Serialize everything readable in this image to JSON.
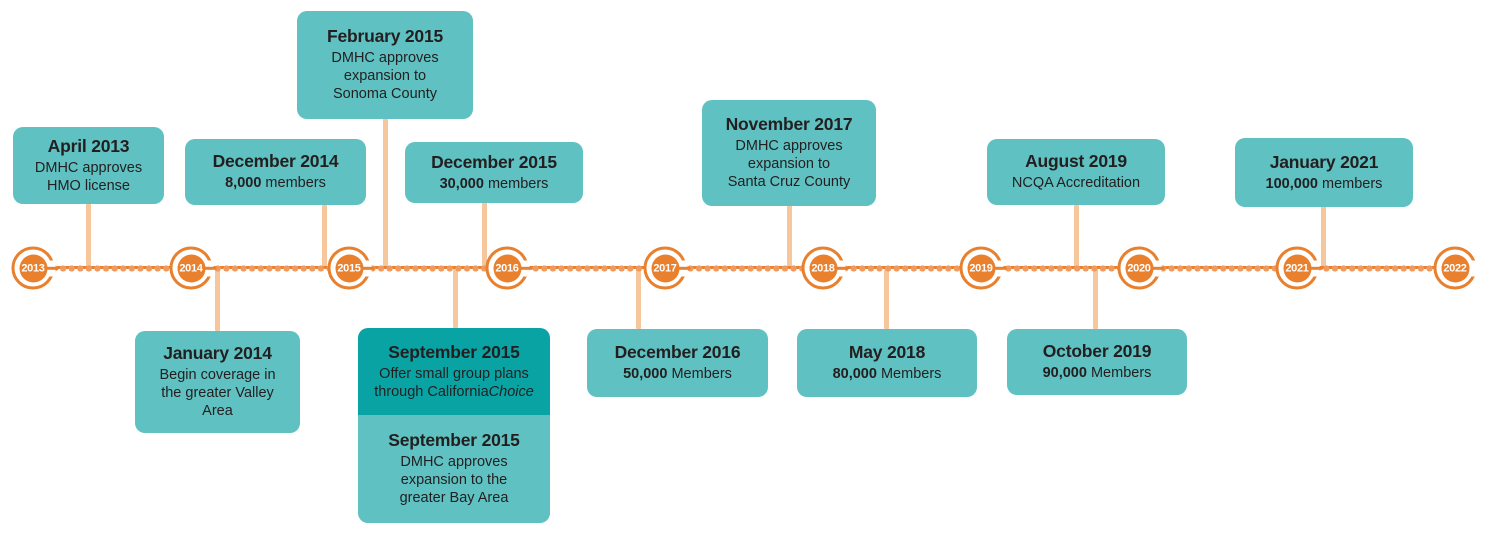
{
  "colors": {
    "orange": "#E8802E",
    "bead": "#EF9A5F",
    "connector": "#F6C79C",
    "light_teal": "#5FC1C1",
    "dark_teal": "#0AA3A4",
    "text": "#231F20",
    "year_text": "#FFFFFF"
  },
  "timeline": {
    "years": [
      "2013",
      "2014",
      "2015",
      "2016",
      "2017",
      "2018",
      "2019",
      "2020",
      "2021",
      "2022"
    ]
  },
  "events": [
    {
      "id": "april-2013",
      "title": "April 2013",
      "body": "DMHC approves\nHMO license",
      "side": "above"
    },
    {
      "id": "january-2014",
      "title": "January 2014",
      "body": "Begin coverage in\nthe greater Valley\nArea",
      "side": "below"
    },
    {
      "id": "december-2014",
      "title": "December 2014",
      "body_strong": "8,000",
      "body_rest": " members",
      "side": "above"
    },
    {
      "id": "february-2015",
      "title": "February 2015",
      "body": "DMHC approves\nexpansion to\nSonoma County",
      "side": "above"
    },
    {
      "id": "september-2015-choice",
      "title": "September 2015",
      "body": "Offer small group plans\nthrough California",
      "body_italic": "Choice",
      "side": "below"
    },
    {
      "id": "september-2015-bay",
      "title": "September 2015",
      "body": "DMHC approves\nexpansion to the\ngreater Bay Area",
      "side": "below"
    },
    {
      "id": "december-2015",
      "title": "December 2015",
      "body_strong": "30,000",
      "body_rest": " members",
      "side": "above"
    },
    {
      "id": "december-2016",
      "title": "December 2016",
      "body_strong": "50,000",
      "body_rest": " Members",
      "side": "below"
    },
    {
      "id": "november-2017",
      "title": "November 2017",
      "body": "DMHC approves\nexpansion to\nSanta Cruz County",
      "side": "above"
    },
    {
      "id": "may-2018",
      "title": "May 2018",
      "body_strong": "80,000",
      "body_rest": " Members",
      "side": "below"
    },
    {
      "id": "august-2019",
      "title": "August 2019",
      "body": "NCQA Accreditation",
      "side": "above"
    },
    {
      "id": "october-2019",
      "title": "October 2019",
      "body_strong": "90,000",
      "body_rest": " Members",
      "side": "below"
    },
    {
      "id": "january-2021",
      "title": "January 2021",
      "body_strong": "100,000",
      "body_rest": " members",
      "side": "above"
    }
  ]
}
